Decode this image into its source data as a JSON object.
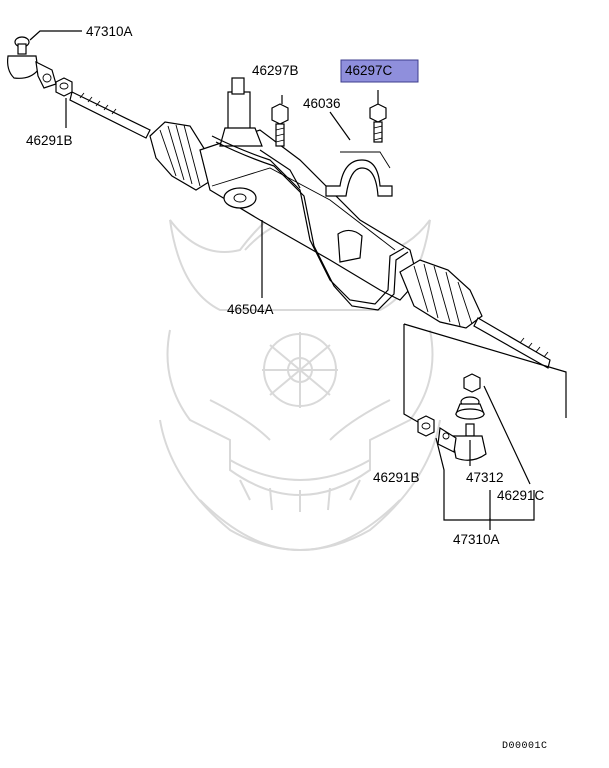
{
  "colors": {
    "highlight": "#8f8fdc",
    "watermark": "#d9d9d9",
    "ink": "#000000"
  },
  "callouts": {
    "tie_rod_end_left": "47310A",
    "lock_nut_left": "46291B",
    "bolt_46297b": "46297B",
    "bolt_46297c": "46297C",
    "clamp": "46036",
    "gear_assembly": "46504A",
    "lock_nut_right": "46291B",
    "boot": "47312",
    "nut": "46291C",
    "tie_rod_end_right": "47310A"
  },
  "highlighted_part": "46297C",
  "diagram_code": "D00001C",
  "icons": {
    "watermark": "samurai-helmet-watermark-icon"
  }
}
